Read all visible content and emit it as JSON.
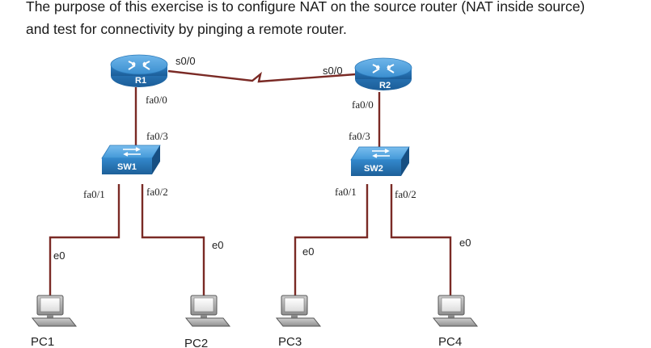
{
  "intro": {
    "line1": "The purpose of this exercise is to configure NAT on the source router (NAT inside source)",
    "line2": "and test for connectivity by pinging a remote router."
  },
  "routers": [
    {
      "name": "R1",
      "serial_port": "s0/0",
      "lan_port": "fa0/0"
    },
    {
      "name": "R2",
      "serial_port": "s0/0",
      "lan_port": "fa0/0"
    }
  ],
  "switches": [
    {
      "name": "SW1",
      "uplink_port": "fa0/3",
      "port_a": "fa0/1",
      "port_b": "fa0/2"
    },
    {
      "name": "SW2",
      "uplink_port": "fa0/3",
      "port_a": "fa0/1",
      "port_b": "fa0/2"
    }
  ],
  "pcs": [
    {
      "name": "PC1",
      "port": "e0"
    },
    {
      "name": "PC2",
      "port": "e0"
    },
    {
      "name": "PC3",
      "port": "e0"
    },
    {
      "name": "PC4",
      "port": "e0"
    }
  ],
  "colors": {
    "link": "#7a2a25",
    "device_blue": "#3b8fd0",
    "device_blue_dark": "#1f6aa8",
    "pc_gray": "#a8a8a8"
  },
  "icons": {
    "router": "router-icon",
    "switch": "switch-icon",
    "pc": "pc-icon"
  }
}
